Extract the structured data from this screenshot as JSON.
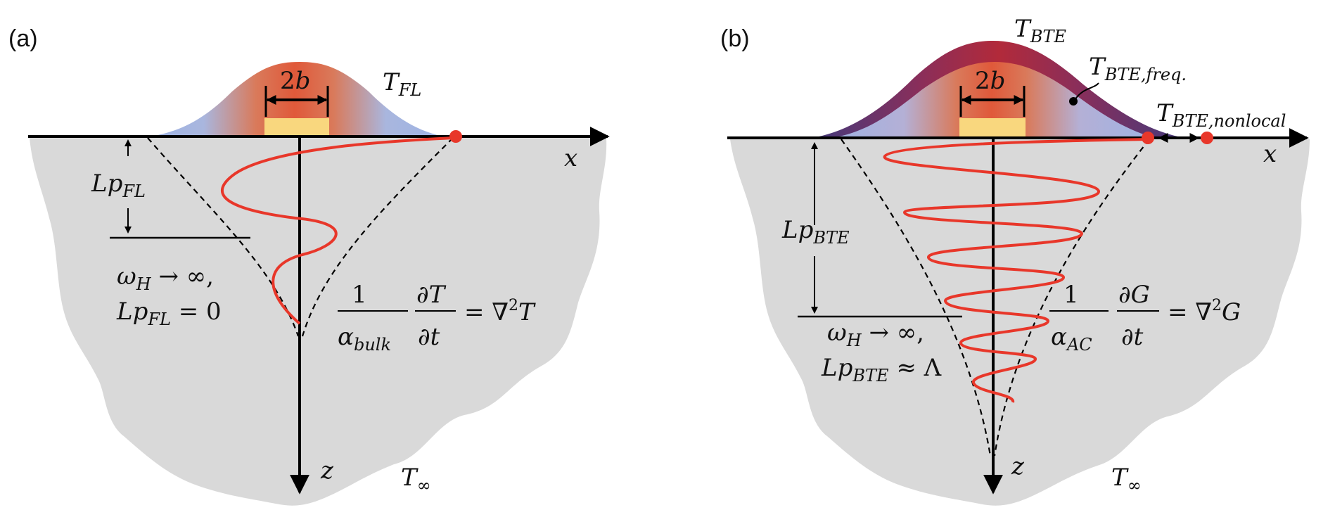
{
  "panel_a": {
    "tag": "(a)",
    "temperature_label": {
      "main": "T",
      "sub": "FL"
    },
    "heater_width": {
      "num": "2",
      "var": "b"
    },
    "axis_x": "x",
    "axis_z": "z",
    "far_field": {
      "main": "T",
      "sub": "∞"
    },
    "penetration_label": {
      "main": "Lp",
      "sub": "FL"
    },
    "limit_line1": {
      "main": "ω",
      "sub": "H",
      "rest": " → ∞,"
    },
    "limit_line2": {
      "main": "Lp",
      "sub": "FL",
      "rest": " = 0"
    },
    "equation": {
      "numerator": "1",
      "denom_main": "α",
      "denom_sub": "bulk",
      "partial_num": "∂T",
      "partial_den": "∂t",
      "rhs": "= ∇",
      "rhs_sup": "2",
      "rhs_var": "T"
    }
  },
  "panel_b": {
    "tag": "(b)",
    "temperature_label": {
      "main": "T",
      "sub": "BTE"
    },
    "temperature_freq_label": {
      "main": "T",
      "sub": "BTE,freq."
    },
    "temperature_nonlocal_label": {
      "main": "T",
      "sub": "BTE,nonlocal"
    },
    "heater_width": {
      "num": "2",
      "var": "b"
    },
    "axis_x": "x",
    "axis_z": "z",
    "far_field": {
      "main": "T",
      "sub": "∞"
    },
    "penetration_label": {
      "main": "Lp",
      "sub": "BTE"
    },
    "limit_line1": {
      "main": "ω",
      "sub": "H",
      "rest": " → ∞,"
    },
    "limit_line2": {
      "main": "Lp",
      "sub": "BTE",
      "rest": " ≈ Λ"
    },
    "equation": {
      "numerator": "1",
      "denom_main": "α",
      "denom_sub": "AC",
      "partial_num": "∂G",
      "partial_den": "∂t",
      "rhs": "= ∇",
      "rhs_sup": "2",
      "rhs_var": "G"
    }
  },
  "colors": {
    "substrate": "#d9d9d9",
    "heater": "#f9d77e",
    "heater_hot": "#e5482c",
    "profile_cool": "#8ea9dc",
    "profile_warm": "#d9694b",
    "btE_outer": "#b42e3a",
    "btE_edge": "#3c3c78",
    "wave": "#e8372a",
    "axes": "#000000"
  }
}
